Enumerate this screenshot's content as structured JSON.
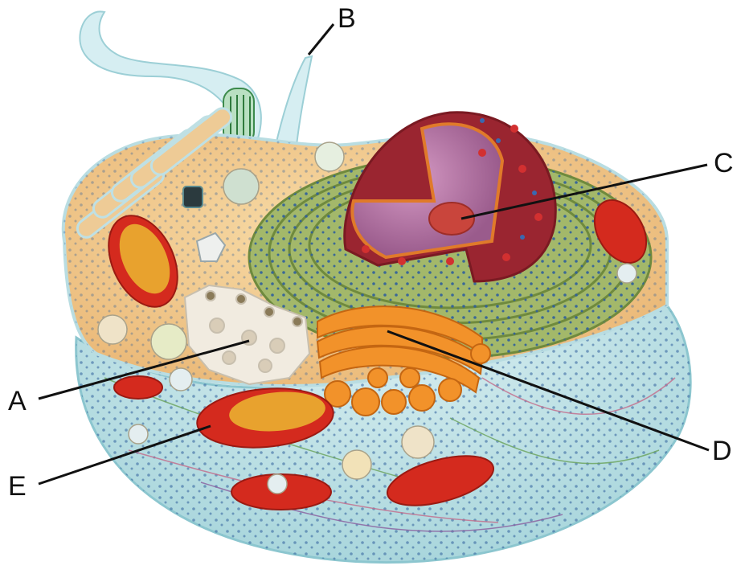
{
  "labels": {
    "a": "A",
    "b": "B",
    "c": "C",
    "d": "D",
    "e": "E"
  },
  "colors": {
    "cytoplasm": "#f3c98b",
    "membrane_outer": "#bfe3e8",
    "er": "#8fa85a",
    "er_dots": "#2f5f9c",
    "nucleus_outer": "#a22a33",
    "nucleoplasm": "#b77aa8",
    "nucleolus": "#c4473c",
    "golgi": "#f08a1a",
    "mitochondria": "#d8261c",
    "mito_inner": "#e6a02c",
    "centrosome": "#e9e2d6",
    "flagellum": "#c9e6ec",
    "leader_line": "#111111"
  }
}
